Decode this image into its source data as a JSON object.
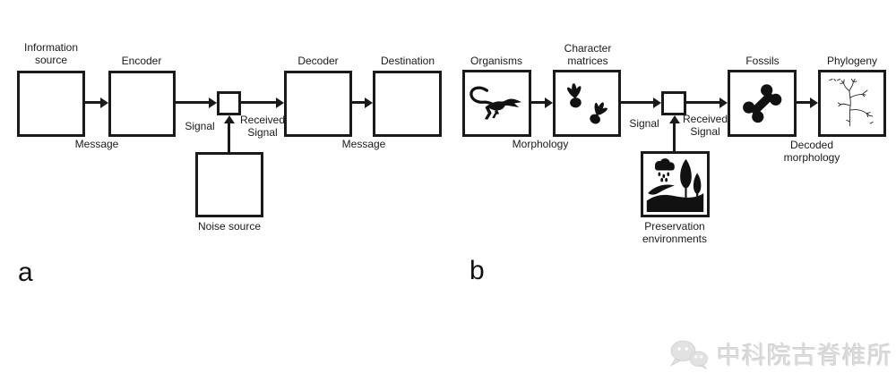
{
  "figure": {
    "type": "two-panel flow diagram",
    "description": "Shannon communication model (a) and its paleontological analogue (b)"
  },
  "colors": {
    "line": "#1a1a1a",
    "watermark": "#dcdcdc",
    "icon_fill": "#111111"
  },
  "panel_a": {
    "label": "a",
    "information_source": "Information\nsource",
    "encoder": "Encoder",
    "message_left": "Message",
    "signal": "Signal",
    "received_signal": "Received\nSignal",
    "decoder": "Decoder",
    "destination": "Destination",
    "message_right": "Message",
    "noise_source": "Noise source"
  },
  "panel_b": {
    "label": "b",
    "organisms": "Organisms",
    "character_matrices": "Character\nmatrices",
    "morphology": "Morphology",
    "signal": "Signal",
    "received_signal": "Received\nSignal",
    "fossils": "Fossils",
    "phylogeny": "Phylogeny",
    "decoded_morphology": "Decoded\nmorphology",
    "preservation_environments": "Preservation\nenvironments"
  },
  "icons": {
    "organisms": "dinosaur-icon",
    "character_matrices": "dinosaur-footprints-icon",
    "fossils": "bone-icon",
    "phylogeny": "phylogeny-tree-sketch-icon",
    "preservation_environments": "rain-and-trees-landscape-icon",
    "watermark_logo": "wechat-logo-icon"
  },
  "watermark": {
    "text": "中科院古脊椎所"
  }
}
